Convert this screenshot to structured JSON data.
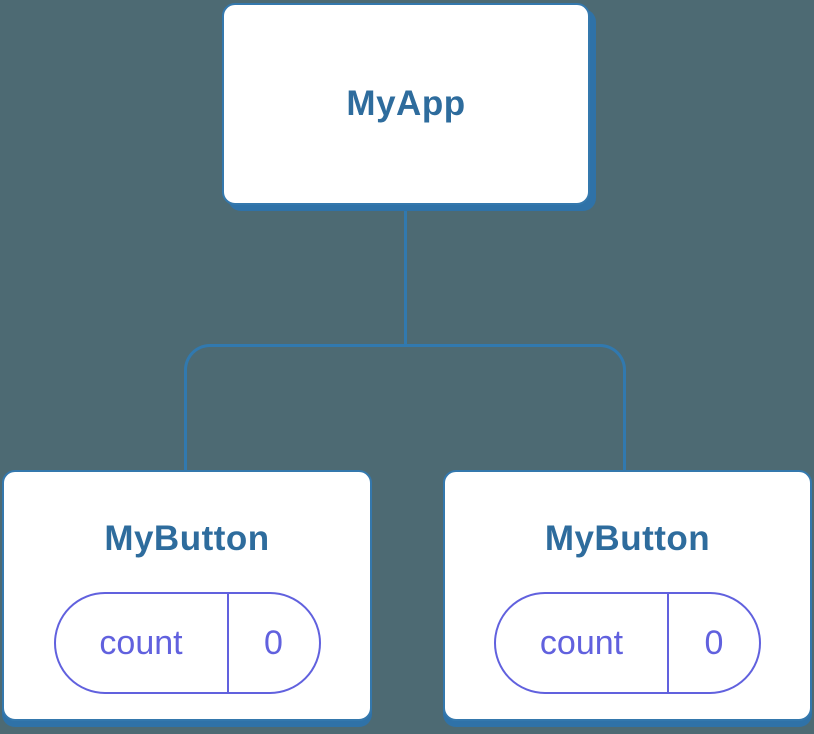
{
  "tree": {
    "root": {
      "label": "MyApp"
    },
    "children": [
      {
        "label": "MyButton",
        "state": {
          "name": "count",
          "value": "0"
        }
      },
      {
        "label": "MyButton",
        "state": {
          "name": "count",
          "value": "0"
        }
      }
    ]
  },
  "colors": {
    "background": "#4D6A73",
    "card_background": "#FFFFFF",
    "connector_blue": "#3179AF",
    "card_border_blue": "#3478AD",
    "card_shadow_blue": "#2F72A8",
    "node_label_blue": "#2E6C9D",
    "state_indigo": "#6161DE"
  }
}
